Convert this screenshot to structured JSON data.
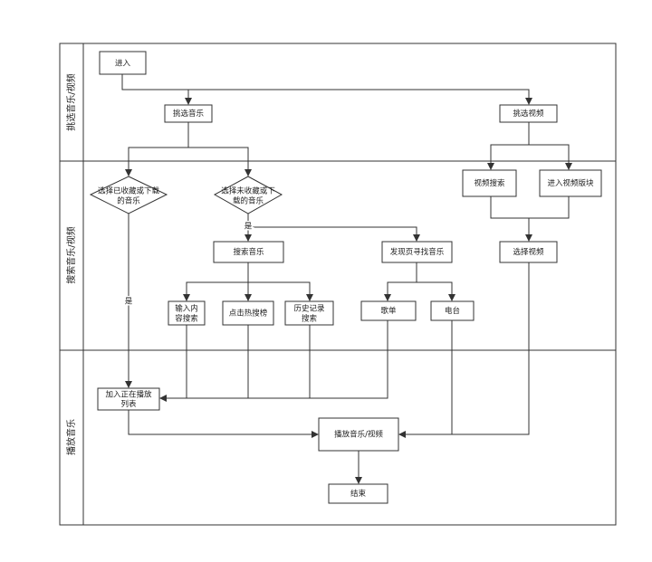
{
  "lanes": {
    "select": "挑选音乐/视频",
    "search": "搜索音乐/视频",
    "play": "播放音乐"
  },
  "nodes": {
    "enter": "进入",
    "pick_music": "挑选音乐",
    "pick_video": "挑选视频",
    "diamond_saved_l1": "选择已收藏或下载",
    "diamond_saved_l2": "的音乐",
    "diamond_unsaved_l1": "选择未收藏或下",
    "diamond_unsaved_l2": "载的音乐",
    "video_search": "视频搜索",
    "enter_video_section": "进入视频版块",
    "search_music": "搜索音乐",
    "discover_page": "发现页寻找音乐",
    "choose_video": "选择视频",
    "input_l1": "输入内",
    "input_l2": "容搜索",
    "hot_chart": "点击热搜榜",
    "history_l1": "历史记录",
    "history_l2": "搜索",
    "playlist_node": "歌单",
    "radio": "电台",
    "add_l1": "加入正在播放",
    "add_l2": "列表",
    "play_media": "播放音乐/视频",
    "end": "结束"
  },
  "edge_labels": {
    "yes_left": "是",
    "yes_mid": "是"
  },
  "colors": {
    "stroke": "#333333",
    "background": "#ffffff"
  }
}
